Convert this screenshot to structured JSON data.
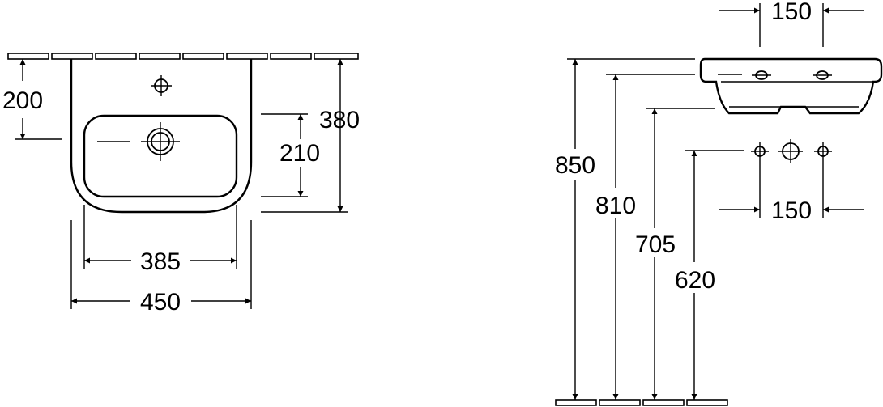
{
  "front_view": {
    "dim_top_to_bowl": "200",
    "dim_total_height": "380",
    "dim_bowl_height": "210",
    "dim_bowl_width": "385",
    "dim_total_width": "450"
  },
  "side_view": {
    "dim_tap_spacing_top": "150",
    "dim_height_rim": "850",
    "dim_height_810": "810",
    "dim_height_705": "705",
    "dim_height_620": "620",
    "dim_tap_spacing_bottom": "150"
  }
}
